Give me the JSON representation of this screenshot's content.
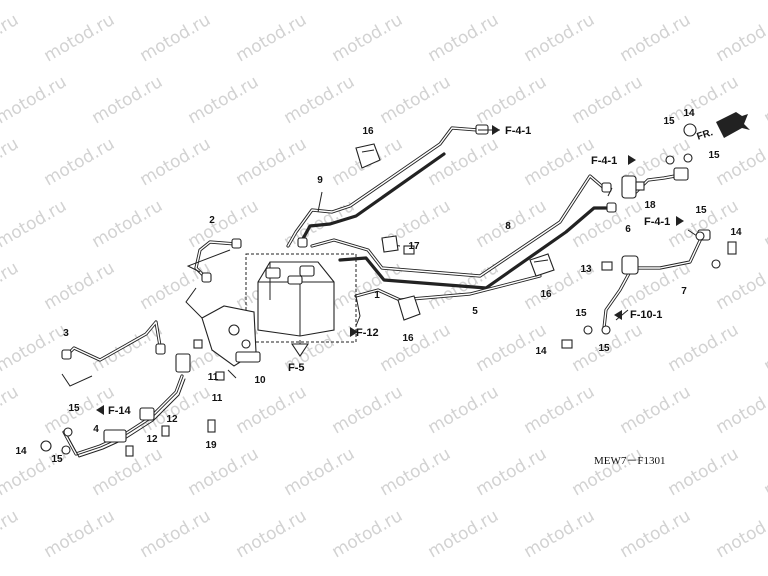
{
  "watermark": {
    "text": "motod.ru"
  },
  "diagram_code": "MEW7－F1301",
  "direction_label": "FR.",
  "part_numbers": {
    "p1": "1",
    "p2": "2",
    "p3": "3",
    "p4": "4",
    "p5": "5",
    "p6": "6",
    "p7": "7",
    "p8": "8",
    "p9": "9",
    "p10": "10",
    "p11a": "11",
    "p11b": "11",
    "p12a": "12",
    "p12b": "12",
    "p13": "13",
    "p14a": "14",
    "p14b": "14",
    "p14c": "14",
    "p14d": "14",
    "p15a": "15",
    "p15b": "15",
    "p15c": "15",
    "p15d": "15",
    "p15e": "15",
    "p15f": "15",
    "p15g": "15",
    "p16a": "16",
    "p16b": "16",
    "p16c": "16",
    "p17": "17",
    "p18": "18",
    "p19": "19"
  },
  "references": {
    "f41_top": "F-4-1",
    "f41_mid": "F-4-1",
    "f41_right": "F-4-1",
    "f12": "F-12",
    "f5": "F-5",
    "f101": "F-10-1",
    "f14": "F-14"
  }
}
